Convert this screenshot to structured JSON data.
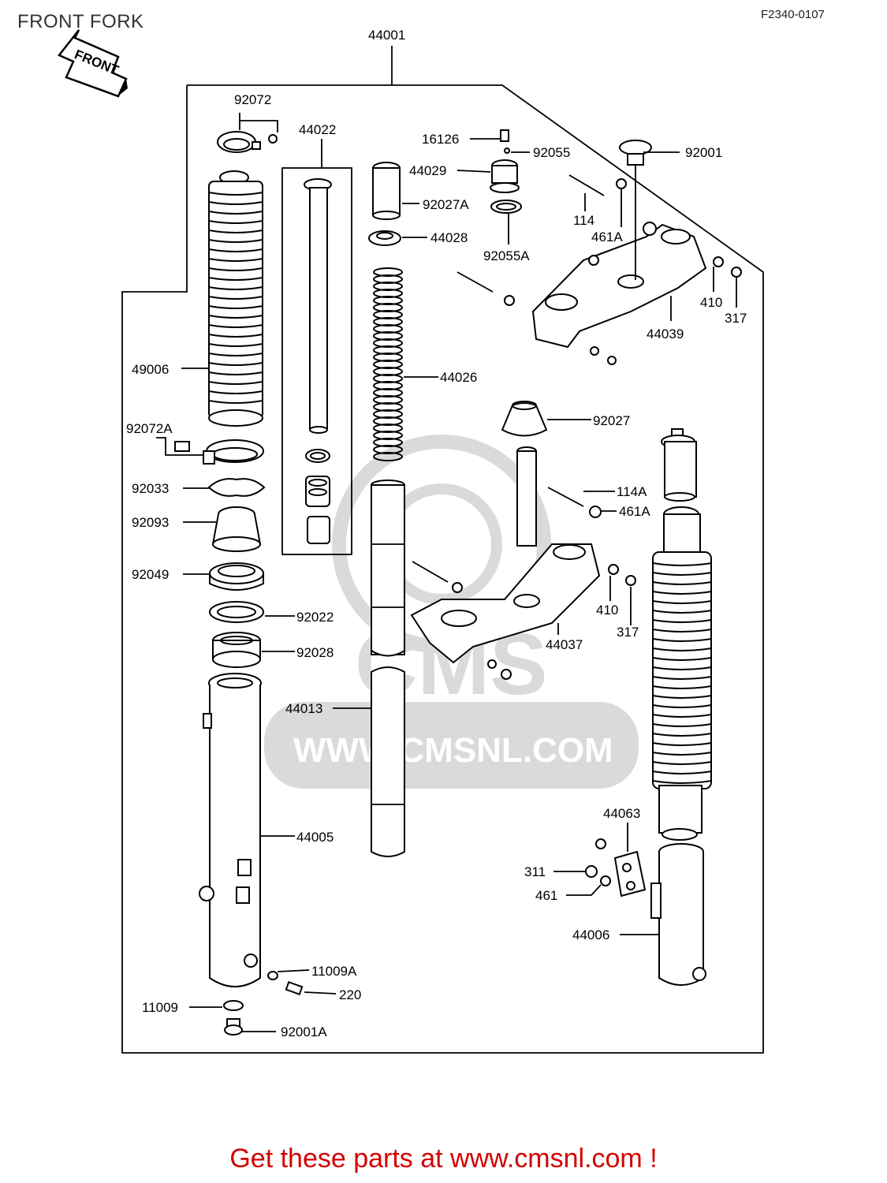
{
  "header": {
    "title": "FRONT FORK",
    "diagram_code": "F2340-0107",
    "front_arrow_label": "FRONT"
  },
  "watermark": {
    "brand": "CMS",
    "url": "WWW.CMSNL.COM"
  },
  "parts": {
    "p44001": "44001",
    "p92072": "92072",
    "p44022": "44022",
    "p16126": "16126",
    "p92055": "92055",
    "p92001": "92001",
    "p44029": "44029",
    "p92027A": "92027A",
    "p114": "114",
    "p461A": "461A",
    "p44028": "44028",
    "p92055A": "92055A",
    "p410a": "410",
    "p317a": "317",
    "p44039": "44039",
    "p49006": "49006",
    "p44026": "44026",
    "p92027": "92027",
    "p92072A": "92072A",
    "p114A": "114A",
    "p461A2": "461A",
    "p92033": "92033",
    "p92093": "92093",
    "p92049": "92049",
    "p410b": "410",
    "p92022": "92022",
    "p317b": "317",
    "p44037": "44037",
    "p92028": "92028",
    "p44013": "44013",
    "p44005": "44005",
    "p44063": "44063",
    "p311": "311",
    "p461": "461",
    "p44006": "44006",
    "p11009A": "11009A",
    "p220": "220",
    "p11009": "11009",
    "p92001A": "92001A"
  },
  "footer": {
    "cta": "Get these parts at www.cmsnl.com !"
  }
}
